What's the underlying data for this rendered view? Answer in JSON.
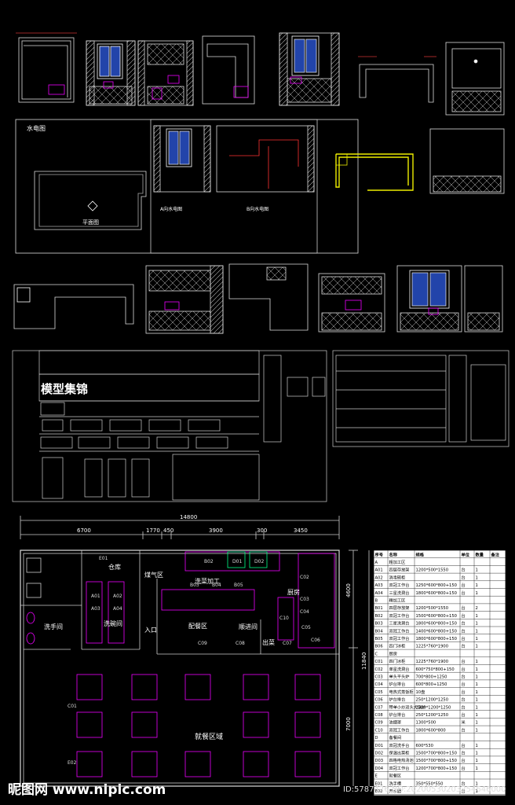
{
  "labels": {
    "water_plan": "水电图",
    "floor_plan": "平面图",
    "elev_a": "A向水电图",
    "elev_b": "B向水电图",
    "collection": "模型集锦"
  },
  "plan": {
    "dims_top": {
      "total": "14800",
      "d1": "6700",
      "d2": "1770",
      "d3": "450",
      "d4": "3900",
      "d5": "300",
      "d6": "3450"
    },
    "dims_right": {
      "d1": "4600",
      "d2": "11840",
      "d3": "7000"
    },
    "rooms": {
      "warehouse": "仓库",
      "gas": "煤气区",
      "veg_wash": "洗菜加工",
      "kitchen": "厨房",
      "restroom": "洗手间",
      "dish_wash": "洗碗间",
      "entrance": "入口",
      "prep": "配餐区",
      "pass_room": "顺进间",
      "exit": "出菜",
      "dining": "就餐区域"
    },
    "codes": [
      "E01",
      "B02",
      "D01",
      "D02",
      "B03",
      "B04",
      "B05",
      "A01",
      "A02",
      "A03",
      "A04",
      "C10",
      "C02",
      "C03",
      "C04",
      "C05",
      "C06",
      "C07",
      "C08",
      "C09",
      "C01",
      "E02"
    ]
  },
  "table": {
    "headers": [
      "序号",
      "名称",
      "规格",
      "单位",
      "数量",
      "备注"
    ],
    "rows": [
      [
        "A",
        "粗加工区",
        "",
        "",
        "",
        ""
      ],
      [
        "A01",
        "四层存放架",
        "1200*500*1550",
        "台",
        "1",
        ""
      ],
      [
        "A02",
        "消毒碗柜",
        "",
        "台",
        "1",
        ""
      ],
      [
        "A03",
        "双冠工作台",
        "1250*600*800+150",
        "台",
        "1",
        ""
      ],
      [
        "A04",
        "三星洗涮台",
        "1800*600*800+150",
        "台",
        "1",
        ""
      ],
      [
        "B",
        "精加工区",
        "",
        "",
        "",
        ""
      ],
      [
        "B01",
        "四层存放架",
        "1200*500*1550",
        "台",
        "2",
        ""
      ],
      [
        "B02",
        "双冠工作台",
        "1500*600*800+150",
        "台",
        "1",
        ""
      ],
      [
        "B03",
        "三星洗涮台",
        "1800*600*800+150",
        "台",
        "1",
        ""
      ],
      [
        "B04",
        "双冠工作台",
        "1400*600*800+150",
        "台",
        "1",
        ""
      ],
      [
        "B05",
        "双冠工作台",
        "1800*600*800+150",
        "台",
        "1",
        ""
      ],
      [
        "B06",
        "四门冰柜",
        "1225*760*1900",
        "台",
        "1",
        ""
      ],
      [
        "C",
        "厨房",
        "",
        "",
        "",
        ""
      ],
      [
        "C01",
        "四门冰柜",
        "1225*760*1900",
        "台",
        "1",
        ""
      ],
      [
        "C02",
        "单星洗涮台",
        "600*750*800+150",
        "台",
        "1",
        ""
      ],
      [
        "C03",
        "单头平头炉",
        "700*800+1250",
        "台",
        "1",
        ""
      ],
      [
        "C04",
        "炉台排台",
        "600*800+1250",
        "台",
        "1",
        ""
      ],
      [
        "C05",
        "电热式蒸饭柜",
        "10盘",
        "台",
        "1",
        ""
      ],
      [
        "C06",
        "炉台排台",
        "250*1200*1250",
        "台",
        "1",
        ""
      ],
      [
        "C07",
        "带单小炒双头大锅炉",
        "2300*1200*1250",
        "台",
        "1",
        ""
      ],
      [
        "C08",
        "炉台排台",
        "250*1200*1250",
        "台",
        "1",
        ""
      ],
      [
        "C09",
        "油烟罩",
        "1300*500",
        "米",
        "1",
        ""
      ],
      [
        "C10",
        "双冠工作台",
        "1800*600*800",
        "台",
        "1",
        ""
      ],
      [
        "D",
        "备餐间",
        "",
        "",
        "",
        ""
      ],
      [
        "D01",
        "双冠洗手台",
        "600*530",
        "台",
        "1",
        ""
      ],
      [
        "D02",
        "保温出菜柜",
        "1500*700*800+150",
        "台",
        "1",
        ""
      ],
      [
        "D03",
        "四格电热汤池",
        "1500*700*800+150",
        "台",
        "1",
        ""
      ],
      [
        "D04",
        "双冠工作台",
        "1200*700*800+150",
        "台",
        "1",
        ""
      ],
      [
        "E",
        "就餐区",
        "",
        "",
        "",
        ""
      ],
      [
        "E01",
        "洗手槽",
        "350*550*550",
        "台",
        "1",
        ""
      ],
      [
        "E02",
        "开水器",
        "",
        "台",
        "1",
        ""
      ]
    ]
  },
  "watermark": {
    "site": "昵图网 www.nipic.com",
    "id": "ID:5787426 NO:20200530203254646000"
  }
}
